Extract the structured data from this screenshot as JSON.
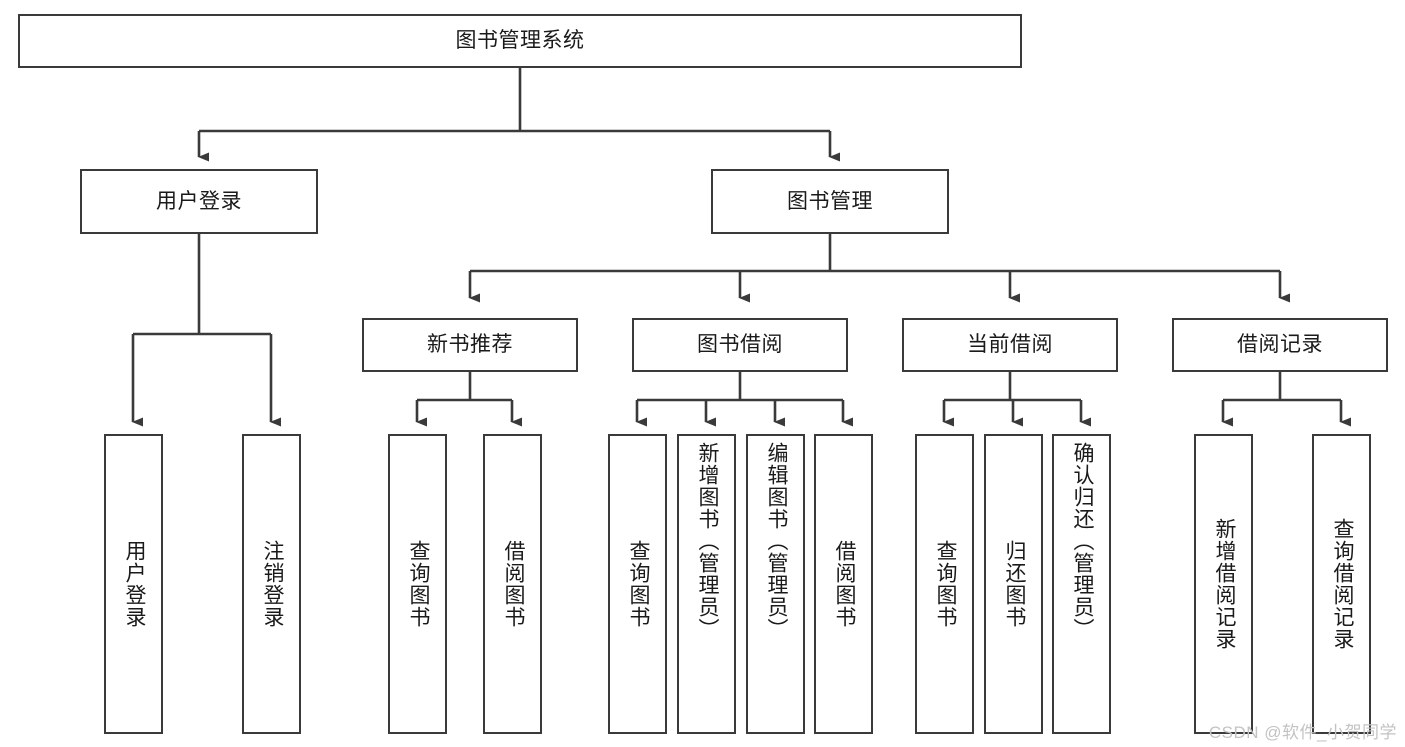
{
  "diagram": {
    "type": "tree-hierarchy-chart",
    "root": {
      "id": "root",
      "label": "图书管理系统"
    },
    "level2": [
      {
        "id": "user-login",
        "label": "用户登录"
      },
      {
        "id": "book-management",
        "label": "图书管理"
      }
    ],
    "level3": [
      {
        "id": "new-book-recommend",
        "label": "新书推荐"
      },
      {
        "id": "book-borrow",
        "label": "图书借阅"
      },
      {
        "id": "current-borrow",
        "label": "当前借阅"
      },
      {
        "id": "borrow-record",
        "label": "借阅记录"
      }
    ],
    "leaves": {
      "user_login": [
        {
          "id": "leaf-user-login",
          "label": "用户登录"
        },
        {
          "id": "leaf-logout-login",
          "label": "注销登录"
        }
      ],
      "new_book_recommend": [
        {
          "id": "leaf-query-book-1",
          "label": "查询图书"
        },
        {
          "id": "leaf-borrow-book-1",
          "label": "借阅图书"
        }
      ],
      "book_borrow": [
        {
          "id": "leaf-query-book-2",
          "label": "查询图书"
        },
        {
          "id": "leaf-add-book",
          "label": "新增图书（管理员）"
        },
        {
          "id": "leaf-edit-book",
          "label": "编辑图书（管理员）"
        },
        {
          "id": "leaf-borrow-book-2",
          "label": "借阅图书"
        }
      ],
      "current_borrow": [
        {
          "id": "leaf-query-book-3",
          "label": "查询图书"
        },
        {
          "id": "leaf-return-book",
          "label": "归还图书"
        },
        {
          "id": "leaf-confirm-return",
          "label": "确认归还（管理员）"
        }
      ],
      "borrow_record": [
        {
          "id": "leaf-add-record",
          "label": "新增借阅记录"
        },
        {
          "id": "leaf-query-record",
          "label": "查询借阅记录"
        }
      ]
    }
  },
  "watermark": {
    "text": "CSDN @软件_小贺同学"
  },
  "colors": {
    "box_border": "#3a3a3a",
    "box_fill": "#ffffff",
    "connector": "#3a3a3a",
    "text": "#1a1a1a",
    "watermark": "#c3c3c3",
    "background": "#ffffff"
  }
}
